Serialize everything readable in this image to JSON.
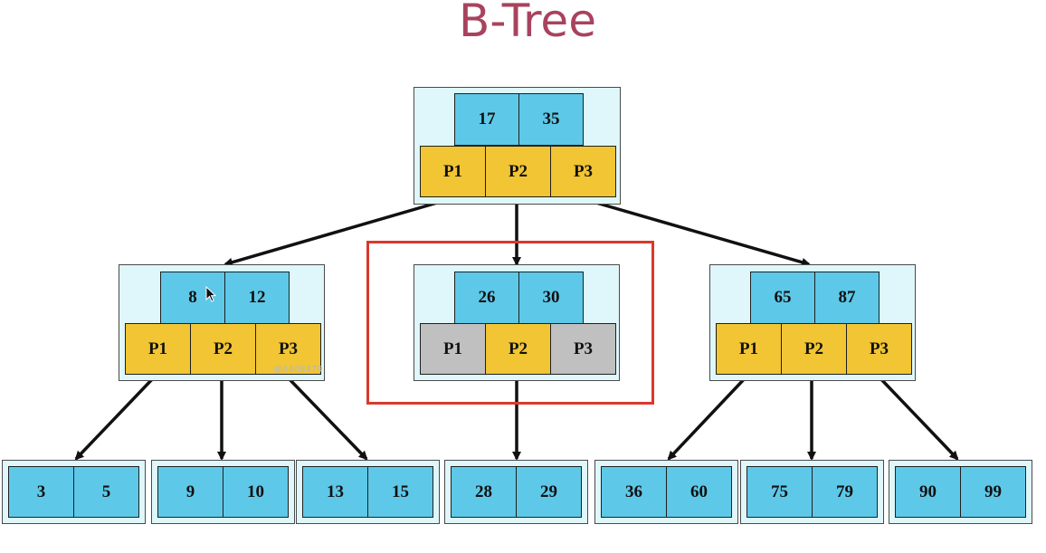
{
  "title": "B-Tree",
  "watermark": "@6408479",
  "colors": {
    "title": "#a8435e",
    "key_cell": "#5ec8e8",
    "pointer_cell": "#f1c533",
    "pointer_inactive": "#c0c0c0",
    "node_background": "#dff7fb",
    "highlight_border": "#d8392c"
  },
  "root": {
    "keys": [
      "17",
      "35"
    ],
    "pointers": [
      {
        "label": "P1",
        "active": true
      },
      {
        "label": "P2",
        "active": true
      },
      {
        "label": "P3",
        "active": true
      }
    ]
  },
  "internal_nodes": [
    {
      "keys": [
        "8",
        "12"
      ],
      "pointers": [
        {
          "label": "P1",
          "active": true
        },
        {
          "label": "P2",
          "active": true
        },
        {
          "label": "P3",
          "active": true
        }
      ]
    },
    {
      "keys": [
        "26",
        "30"
      ],
      "highlighted": true,
      "pointers": [
        {
          "label": "P1",
          "active": false
        },
        {
          "label": "P2",
          "active": true
        },
        {
          "label": "P3",
          "active": false
        }
      ]
    },
    {
      "keys": [
        "65",
        "87"
      ],
      "pointers": [
        {
          "label": "P1",
          "active": true
        },
        {
          "label": "P2",
          "active": true
        },
        {
          "label": "P3",
          "active": true
        }
      ]
    }
  ],
  "leaves": [
    [
      "3",
      "5"
    ],
    [
      "9",
      "10"
    ],
    [
      "13",
      "15"
    ],
    [
      "28",
      "29"
    ],
    [
      "36",
      "60"
    ],
    [
      "75",
      "79"
    ],
    [
      "90",
      "99"
    ]
  ]
}
